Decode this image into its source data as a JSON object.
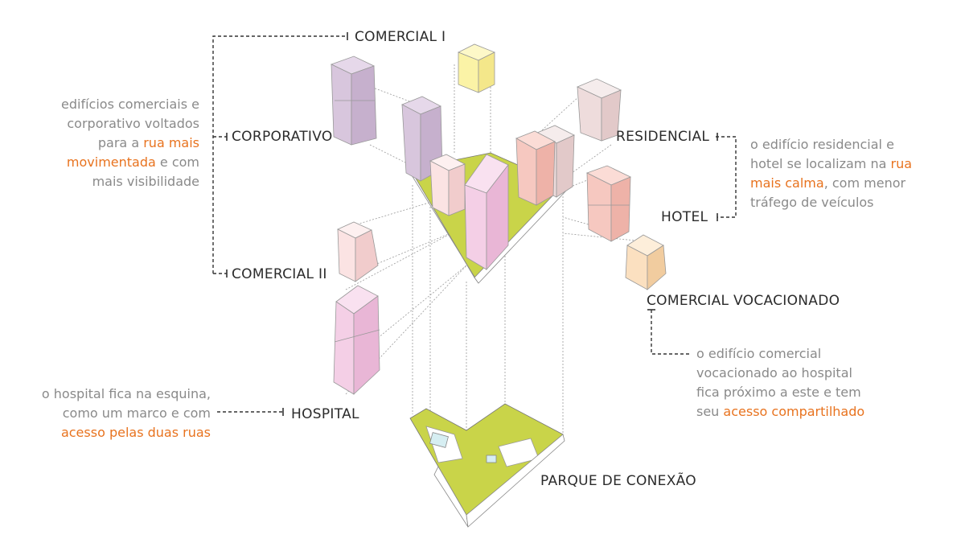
{
  "colors": {
    "accent": "#e8731f",
    "park": "#c9d449",
    "leader": "#333333",
    "comercial_i": "#fbf3a6",
    "corporativo": "#d8c6dd",
    "residencial": "#eedcdc",
    "hotel": "#f6c8c0",
    "comercial_ii": "#fbe3e3",
    "hospital": "#f4cfe6",
    "comercial_vocacionado": "#fbe0c0"
  },
  "labels": {
    "comercial_i": "COMERCIAL I",
    "corporativo": "CORPORATIVO",
    "comercial_ii": "COMERCIAL II",
    "residencial": "RESIDENCIAL",
    "hotel": "HOTEL",
    "comercial_vocacionado": "COMERCIAL VOCACIONADO",
    "hospital": "HOSPITAL",
    "parque": "PARQUE DE CONEXÃO"
  },
  "notes": {
    "left_top": {
      "line1": "edifícios comerciais e",
      "line2": "corporativo voltados",
      "line3_pre": "para a ",
      "line3_hl": "rua mais",
      "line4_hl": "movimentada",
      "line4_post": " e com",
      "line5": "mais visibilidade"
    },
    "right_top": {
      "line1": "o edifício residencial e",
      "line2_pre": "hotel se localizam na ",
      "line2_hl": "rua",
      "line3_hl": "mais calma",
      "line3_post": ", com menor",
      "line4": "tráfego de veículos"
    },
    "right_bottom": {
      "line1": "o edifício comercial",
      "line2": "vocacionado ao hospital",
      "line3": "fica próximo a este e tem",
      "line4_pre": "seu ",
      "line4_hl": "acesso compartilhado"
    },
    "left_bottom": {
      "line1": "o hospital fica na esquina,",
      "line2": "como um marco e com",
      "line3_hl": "acesso pelas duas ruas"
    }
  }
}
